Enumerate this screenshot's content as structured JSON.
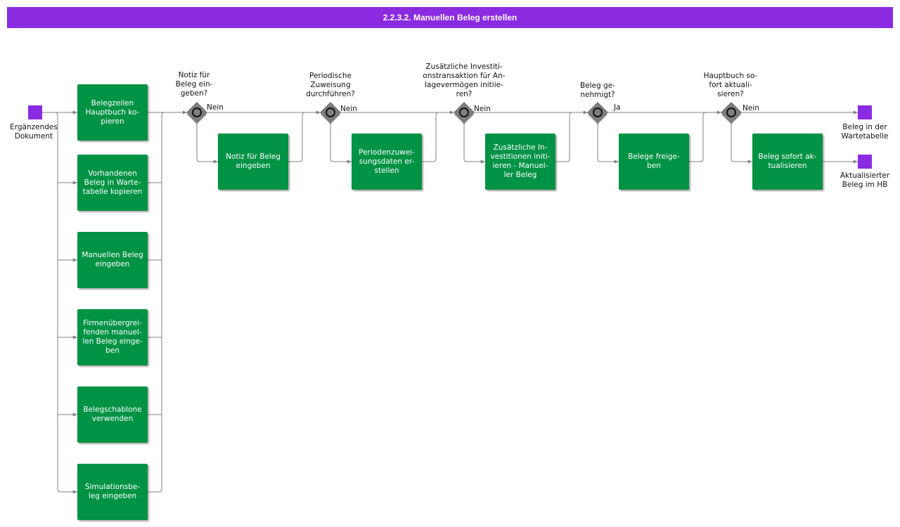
{
  "title": "2.2.3.2. Manuellen Beleg erstellen",
  "colors": {
    "title_bg": "#8a2be2",
    "event": "#8a2be2",
    "task": "#009245",
    "gateway": "#7f7f7f",
    "connector": "#808080"
  },
  "start_event": {
    "label": "Ergänzendes\nDokument"
  },
  "left_tasks": [
    "Belegzeilen\nHauptbuch ko-\npieren",
    "Vorhandenen\nBeleg in Warte-\ntabelle kopieren",
    "Manuellen Beleg\neingeben",
    "Firmenübergrei-\nfenden manuel-\nlen Beleg einge-\nben",
    "Belegschablone\nverwenden",
    "Simulationsbe-\nleg eingeben"
  ],
  "gateways": [
    {
      "question": "Notiz für\nBeleg ein-\ngeben?",
      "branch": "Nein",
      "task": "Notiz für Beleg\neingeben"
    },
    {
      "question": "Periodische\nZuweisung\ndurchführen?",
      "branch": "Nein",
      "task": "Periodenzuwei-\nsungsdaten er-\nstellen"
    },
    {
      "question": "Zusätzliche Investiti-\nonstransaktion für An-\nlagevermögen initiie-\nren?",
      "branch": "Nein",
      "task": "Zusätzliche In-\nvestitionen initi-\nieren - Manuel-\nler Beleg"
    },
    {
      "question": "Beleg ge-\nnehmigt?",
      "branch": "Ja",
      "task": "Belege freige-\nben"
    },
    {
      "question": "Hauptbuch so-\nfort aktuali-\nsieren?",
      "branch": "Nein",
      "task": "Beleg sofort ak-\ntualisieren"
    }
  ],
  "end_events": [
    {
      "label": "Beleg in der\nWartetabelle"
    },
    {
      "label": "Aktualisierter\nBeleg im HB"
    }
  ]
}
